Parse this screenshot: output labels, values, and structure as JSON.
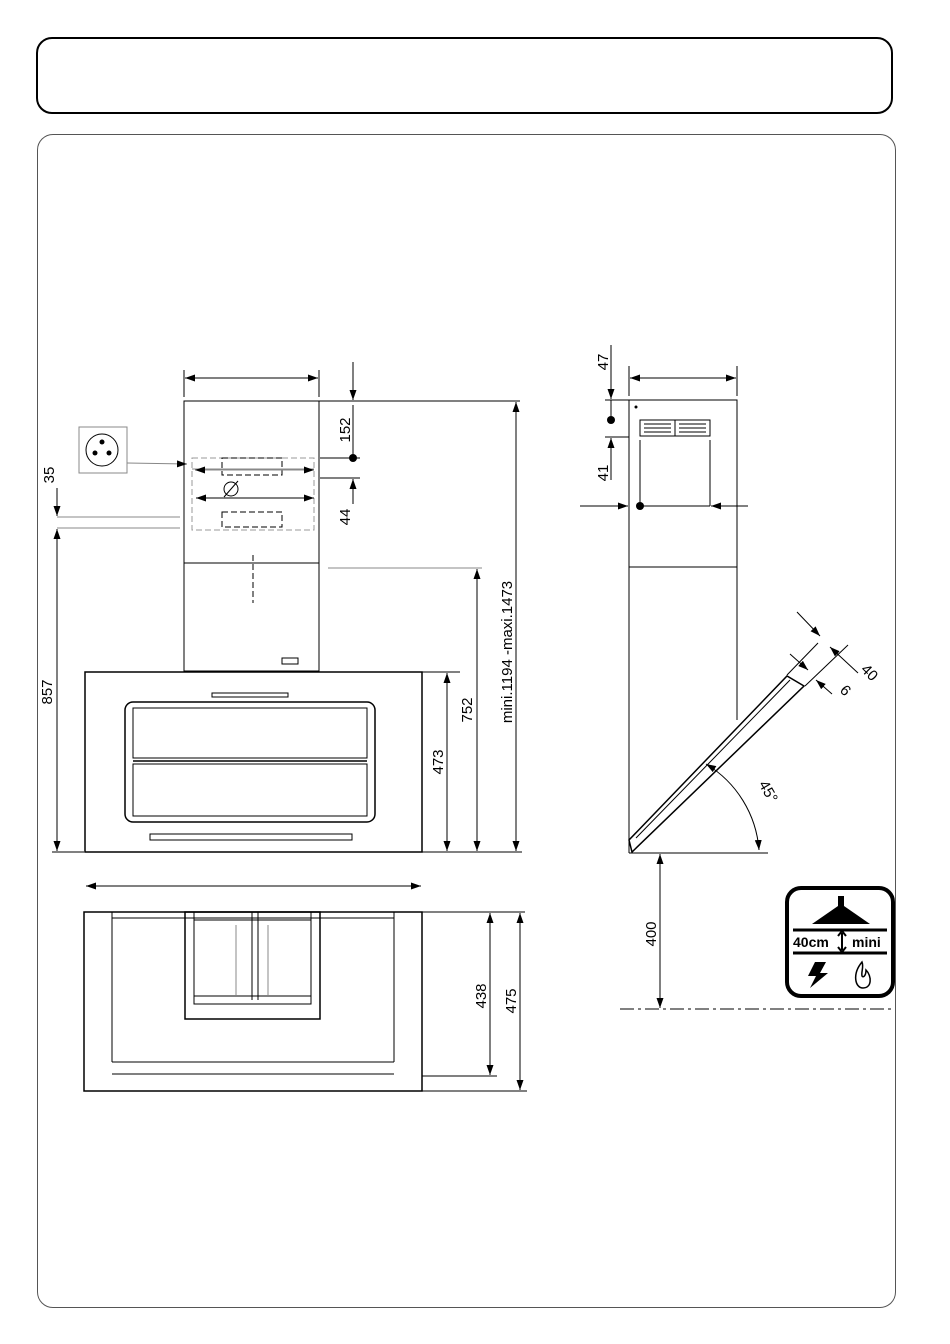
{
  "dimensions": {
    "d152": "152",
    "d44": "44",
    "d35": "35",
    "d857": "857",
    "d752": "752",
    "d473": "473",
    "d_range": "mini.1194  -maxi.1473",
    "d438": "438",
    "d475": "475",
    "d47": "47",
    "d41": "41",
    "d40": "40",
    "d6": "6",
    "angle": "45°",
    "d400": "400"
  },
  "symbol": {
    "label_distance": "40cm",
    "label_mini": "mini"
  },
  "colors": {
    "line": "#000000",
    "guide": "#888888"
  }
}
